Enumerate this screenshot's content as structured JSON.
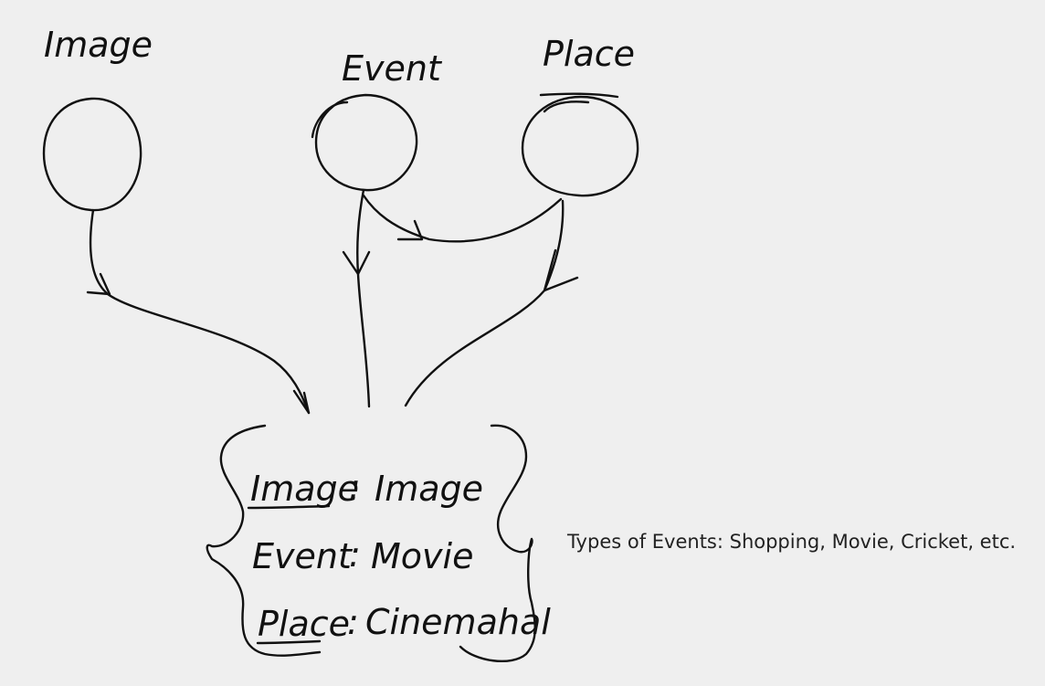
{
  "nodes": {
    "image": {
      "label": "Image"
    },
    "event": {
      "label": "Event"
    },
    "place": {
      "label": "Place"
    }
  },
  "record": {
    "lines": [
      {
        "key": "Image",
        "sep": ":",
        "value": "Image"
      },
      {
        "key": "Event",
        "sep": ":",
        "value": "Movie"
      },
      {
        "key": "Place",
        "sep": ":",
        "value": "Cinemahal"
      }
    ]
  },
  "note": {
    "text": "Types of Events: Shopping, Movie, Cricket, etc."
  }
}
